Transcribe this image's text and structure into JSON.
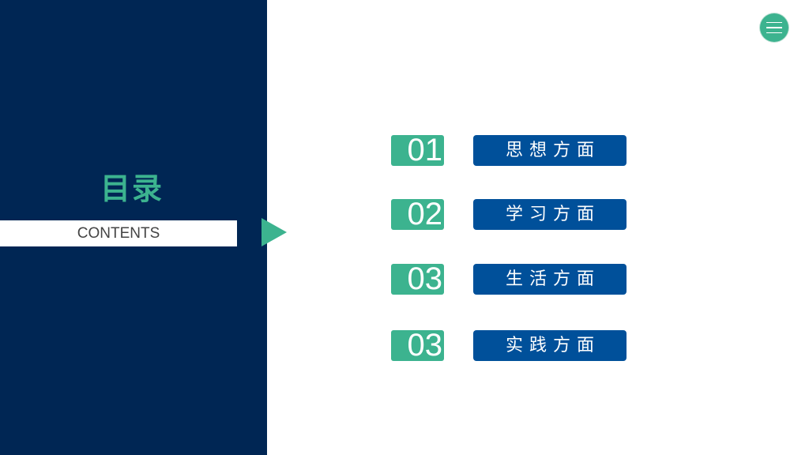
{
  "slide": {
    "title": "目录",
    "subtitle": "CONTENTS",
    "menu_icon": "hamburger-menu-icon",
    "arrow_icon": "triangle-right-icon"
  },
  "colors": {
    "navy_panel": "#002654",
    "accent_green": "#3cb38f",
    "label_blue": "#00509a",
    "background": "#ffffff"
  },
  "items": [
    {
      "number": "01",
      "label": "思想方面"
    },
    {
      "number": "02",
      "label": "学习方面"
    },
    {
      "number": "03",
      "label": "生活方面"
    },
    {
      "number": "03",
      "label": "实践方面"
    }
  ]
}
